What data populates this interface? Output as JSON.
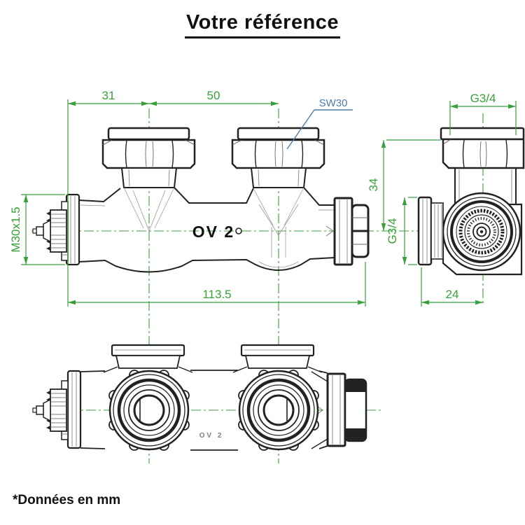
{
  "page": {
    "title": "Votre référence",
    "footnote": "*Données en mm"
  },
  "drawing": {
    "product_label": "OV 2",
    "bottom_marking": "OV 2",
    "colors": {
      "dimension_green": "#38a038",
      "callout_blue": "#4d7ca8",
      "line_black": "#222222"
    },
    "dims": {
      "left_offset": "31",
      "nut_spacing": "50",
      "wrench_size": "SW30",
      "thread_top": "G3/4",
      "thread_spindle": "M30x1.5",
      "height_offset": "34",
      "thread_side": "G3/4",
      "total_length": "113.5",
      "depth": "24"
    }
  }
}
